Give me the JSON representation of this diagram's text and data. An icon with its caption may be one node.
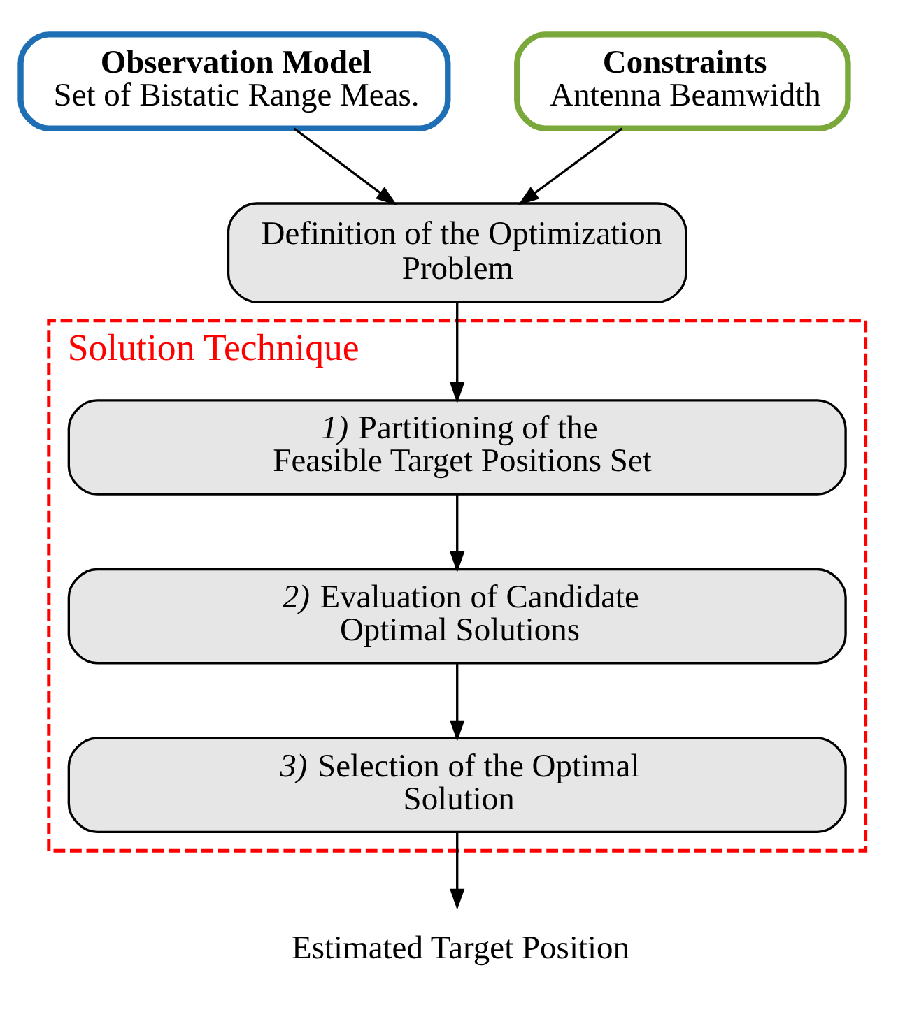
{
  "diagram": {
    "nodes": [
      {
        "text": [
          "Observation Model",
          "Set of Bistatic Range Meas."
        ]
      },
      {
        "text": [
          "Constraints",
          "Antenna Beamwidth"
        ]
      },
      {
        "text": [
          "Definition of the Optimization Problem"
        ]
      },
      {
        "text": [
          "Solution Technique"
        ]
      },
      {
        "text": [
          "*1)* Partitioning of the Feasible Target Positions Set"
        ],
        "in": 3
      },
      {
        "text": [
          "*2)* Evaluation of Candidate Optimal Solutions"
        ],
        "in": 3
      },
      {
        "text": [
          "*3)* Selection of the Optimal Solution"
        ],
        "in": 3
      },
      {
        "text": [
          "Estimated Target Position"
        ]
      }
    ],
    "edges": [
      {
        "from": 0,
        "to": 2,
        "arrow": "to"
      },
      {
        "from": 1,
        "to": 2,
        "arrow": "to"
      },
      {
        "from": 2,
        "to": 4,
        "arrow": "to"
      },
      {
        "from": 4,
        "to": 5,
        "arrow": "to"
      },
      {
        "from": 5,
        "to": 6,
        "arrow": "to"
      },
      {
        "from": 6,
        "to": 7,
        "arrow": "to"
      }
    ]
  }
}
